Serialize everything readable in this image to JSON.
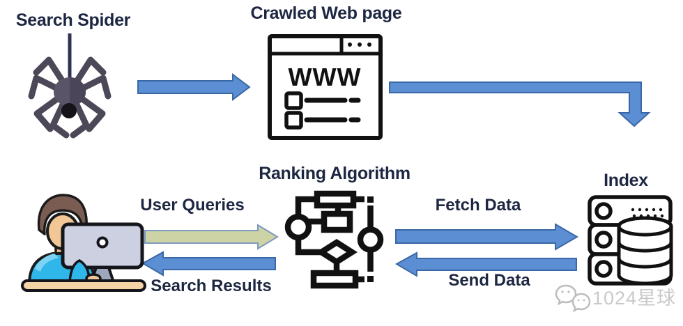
{
  "labels": {
    "search_spider": "Search Spider",
    "crawled_web_page": "Crawled Web page",
    "ranking_algorithm": "Ranking Algorithm",
    "index": "Index",
    "user_queries": "User Queries",
    "search_results": "Search Results",
    "fetch_data": "Fetch Data",
    "send_data": "Send Data",
    "www": "WWW"
  },
  "watermark": {
    "text": "1024星球",
    "icon": "wechat-icon"
  },
  "icons": {
    "spider": "spider-icon",
    "webpage": "browser-window-icon",
    "ranking": "flowchart-icon",
    "user": "person-at-computer-icon",
    "index": "database-server-icon"
  },
  "colors": {
    "arrow_blue_fill": "#5b8ed2",
    "arrow_blue_border": "#3a68a6",
    "arrow_olive_fill": "#ced3a6",
    "label_text": "#1d2742",
    "icon_outline": "#111111",
    "watermark_gray": "#c9c9c9"
  }
}
